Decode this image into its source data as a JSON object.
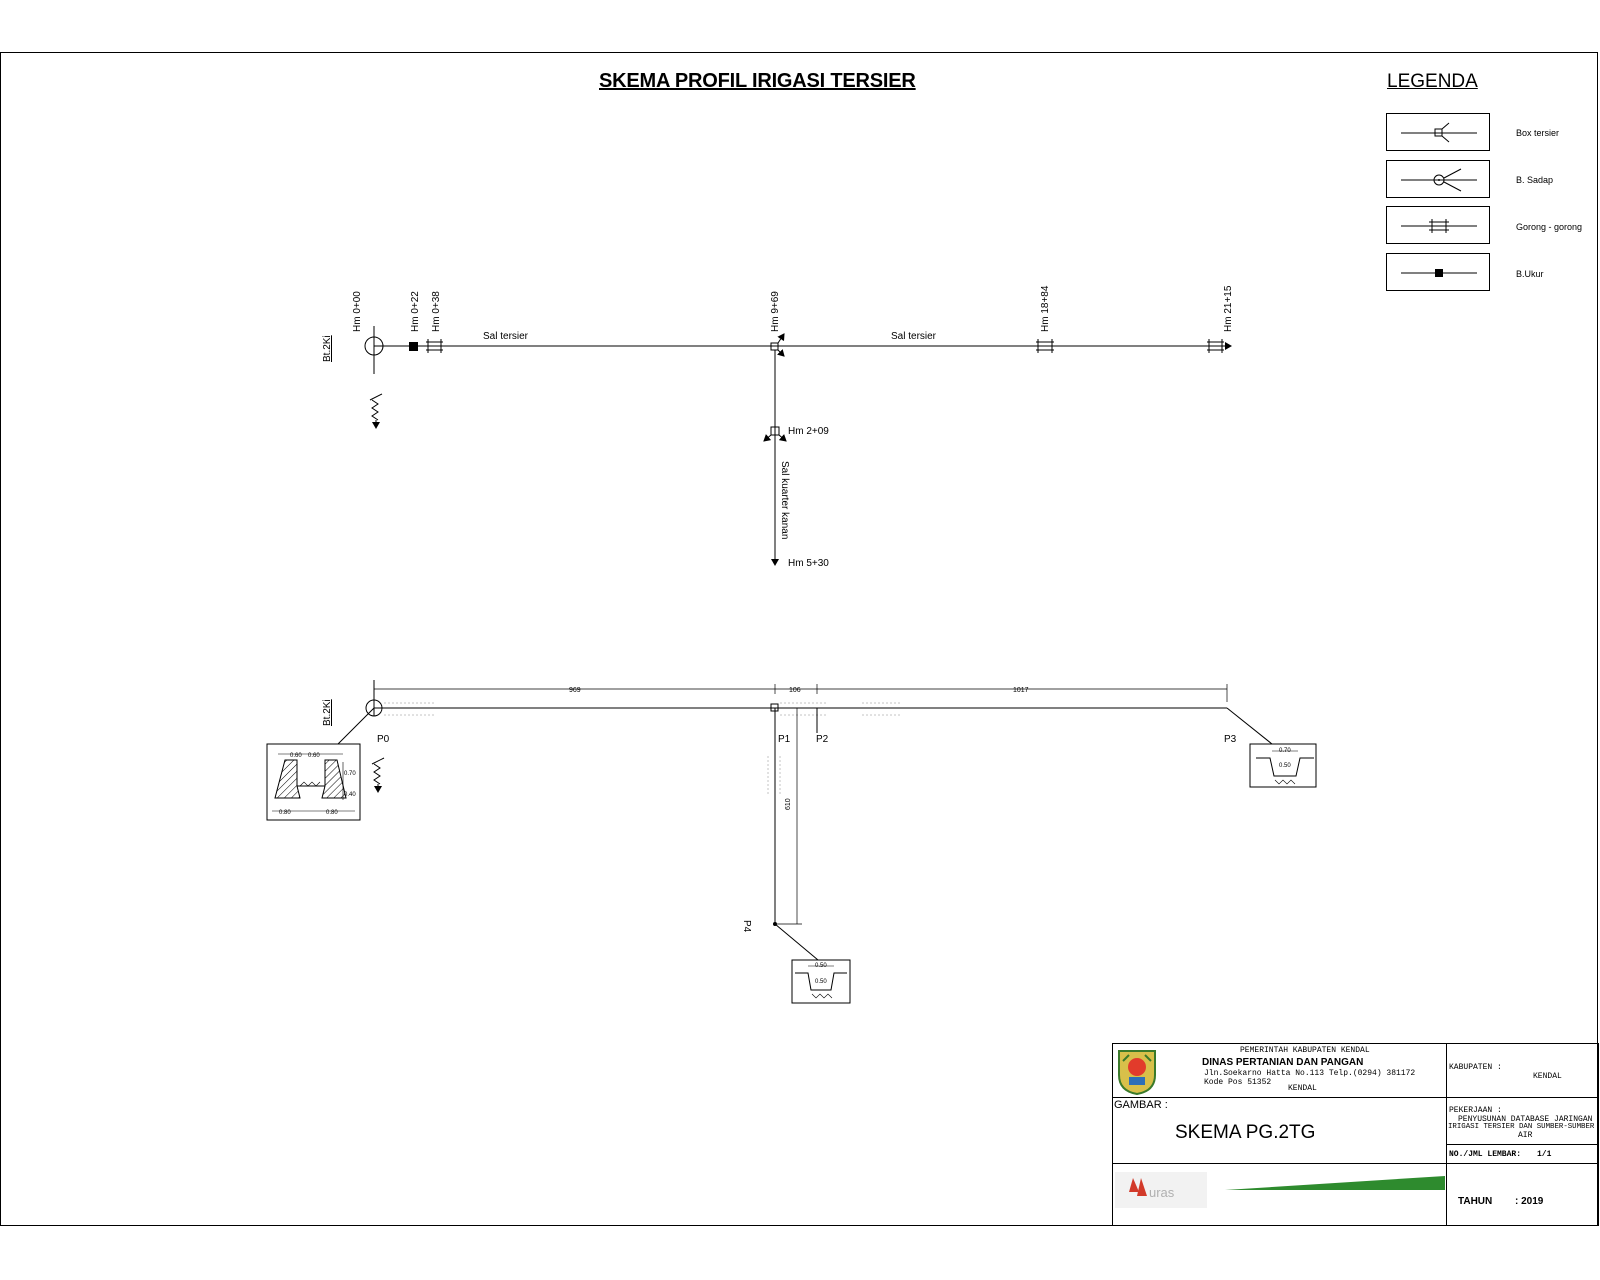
{
  "title": "SKEMA PROFIL IRIGASI TERSIER",
  "legend": {
    "title": "LEGENDA",
    "items": [
      {
        "icon": "box-tersier-icon",
        "label": "Box tersier"
      },
      {
        "icon": "bangunan-sadap-icon",
        "label": "B. Sadap"
      },
      {
        "icon": "gorong-gorong-icon",
        "label": "Gorong - gorong"
      },
      {
        "icon": "bangunan-ukur-icon",
        "label": "B.Ukur"
      }
    ]
  },
  "schema": {
    "source": "Bt.2Ki",
    "stations": [
      "Hm 0+00",
      "Hm 0+22",
      "Hm 0+38",
      "Hm 9+69",
      "Hm 18+84",
      "Hm 21+15"
    ],
    "channel_labels": [
      "Sal tersier",
      "Sal tersier"
    ],
    "branch": {
      "label": "Sal kuarter kanan",
      "station_mid": "Hm 2+09",
      "station_end": "Hm 5+30"
    }
  },
  "profile": {
    "source": "Bt.2Ki",
    "points": [
      "P0",
      "P1",
      "P2",
      "P3",
      "P4"
    ],
    "distances": [
      "969",
      "106",
      "1017",
      "610"
    ],
    "dims_p0": [
      "0.60",
      "0.60",
      "0.70",
      "0.40",
      "0.80",
      "0.80"
    ],
    "dims_p3": [
      "0.70",
      "0.50"
    ],
    "dims_p4": [
      "0.50",
      "0.50"
    ]
  },
  "title_block": {
    "agency_line1": "PEMERINTAH KABUPATEN KENDAL",
    "agency_line2": "DINAS PERTANIAN DAN PANGAN",
    "agency_line3": "Jln.Soekarno Hatta No.113 Telp.(0294) 381172",
    "agency_line4": "Kode Pos  51352",
    "agency_line5": "KENDAL",
    "kabupaten_label": "KABUPATEN :",
    "kabupaten_value": "KENDAL",
    "gambar_label": "GAMBAR :",
    "gambar_value": "SKEMA PG.2TG",
    "pekerjaan_label": "PEKERJAAN :",
    "pekerjaan_value_1": "PENYUSUNAN DATABASE JARINGAN",
    "pekerjaan_value_2": "IRIGASI TERSIER DAN SUMBER-SUMBER",
    "pekerjaan_value_3": "AIR",
    "lembar_label": "NO./JML LEMBAR:",
    "lembar_value": "1/1",
    "tahun_label": "TAHUN",
    "tahun_value": ": 2019",
    "consultant_logo_text": "uras"
  }
}
